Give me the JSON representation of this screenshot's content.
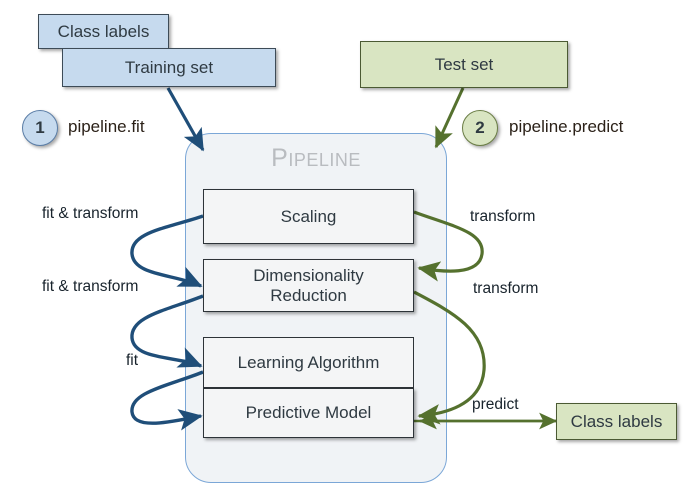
{
  "diagram": {
    "title": "Pipeline",
    "colors": {
      "blue_fill": "#c6daee",
      "blue_arrow": "#1f4e79",
      "green_fill": "#d9e5c2",
      "green_arrow": "#55712e",
      "container_border": "#7ba7d7",
      "container_fill": "#f0f3f6",
      "inner_box_fill": "#f4f5f6",
      "title_color": "#b9bcc0"
    }
  },
  "inputs": {
    "class_labels_top": "Class labels",
    "training_set": "Training set",
    "test_set": "Test set"
  },
  "steps": [
    {
      "number": "1",
      "command": "pipeline.fit"
    },
    {
      "number": "2",
      "command": "pipeline.predict"
    }
  ],
  "pipeline_stages": [
    {
      "name": "Scaling"
    },
    {
      "name": "Dimensionality\nReduction",
      "line1": "Dimensionality",
      "line2": "Reduction"
    },
    {
      "name": "Learning Algorithm"
    },
    {
      "name": "Predictive Model"
    }
  ],
  "fit_labels": [
    {
      "text": "fit & transform",
      "target": "Scaling"
    },
    {
      "text": "fit & transform",
      "target": "Dimensionality Reduction"
    },
    {
      "text": "fit",
      "target": "Learning Algorithm"
    }
  ],
  "predict_labels": [
    {
      "text": "transform",
      "target": "Scaling"
    },
    {
      "text": "transform",
      "target": "Dimensionality Reduction"
    },
    {
      "text": "predict",
      "target": "Class labels"
    }
  ],
  "output": {
    "class_labels": "Class labels"
  }
}
